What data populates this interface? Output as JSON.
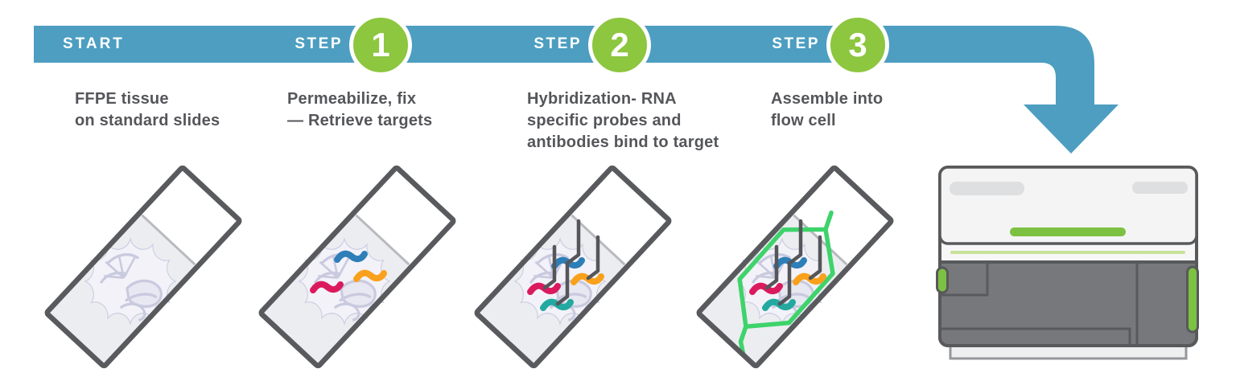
{
  "banner": {
    "start_label": "START",
    "color": "#4D9EC1",
    "circle_color": "#8DC63F",
    "steps": [
      {
        "label": "STEP",
        "number": "1"
      },
      {
        "label": "STEP",
        "number": "2"
      },
      {
        "label": "STEP",
        "number": "3"
      }
    ]
  },
  "captions": {
    "start": {
      "line1": "FFPE tissue",
      "line2": "on standard slides"
    },
    "step1": {
      "line1": "Permeabilize, fix",
      "line2": "— Retrieve targets"
    },
    "step2": {
      "line1": "Hybridization- RNA",
      "line2": "specific probes and",
      "line3": "antibodies bind to target"
    },
    "step3": {
      "line1": "Assemble into",
      "line2": "flow cell"
    }
  },
  "colors": {
    "banner_teal": "#4D9EC1",
    "step_circle_green": "#8DC63F",
    "caption_gray": "#55565A",
    "slide_border": "#595A5E",
    "slide_glass": "#ECEDF1",
    "brain": "#C9CADF",
    "rna_blue": "#2E7EB8",
    "rna_orange": "#F9A11C",
    "rna_crimson": "#DB1A5E",
    "rna_teal": "#23A9A0",
    "antibody_gray": "#55565A",
    "gasket_green": "#3ED36B",
    "device_green": "#7CC142"
  },
  "icons": {
    "slide1": "ffpe-tissue-slide-icon",
    "slide2": "permeabilized-slide-icon",
    "slide3": "hybridized-slide-icon",
    "slide4": "flow-cell-assembled-slide-icon",
    "arrow": "flow-arrow-icon",
    "device": "sequencing-instrument-icon"
  }
}
